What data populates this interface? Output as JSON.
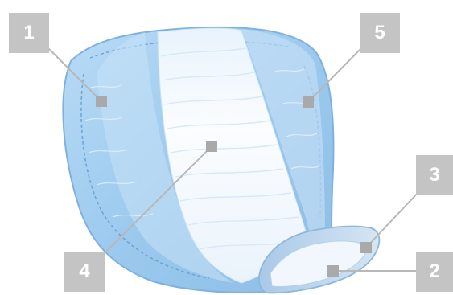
{
  "callouts": [
    {
      "id": "1",
      "label": "1"
    },
    {
      "id": "2",
      "label": "2"
    },
    {
      "id": "3",
      "label": "3"
    },
    {
      "id": "4",
      "label": "4"
    },
    {
      "id": "5",
      "label": "5"
    }
  ],
  "colors": {
    "badge": "#c4c4c4",
    "badge_text": "#ffffff",
    "leader_line": "#b8b8b8",
    "marker": "#a9a9a9",
    "pad_outer": "#9cc8ee",
    "pad_edge": "#7fb1e0",
    "pad_core": "#f4f9fe",
    "pad_channel": "#cfe3f6",
    "tab": "#c8dcef"
  }
}
